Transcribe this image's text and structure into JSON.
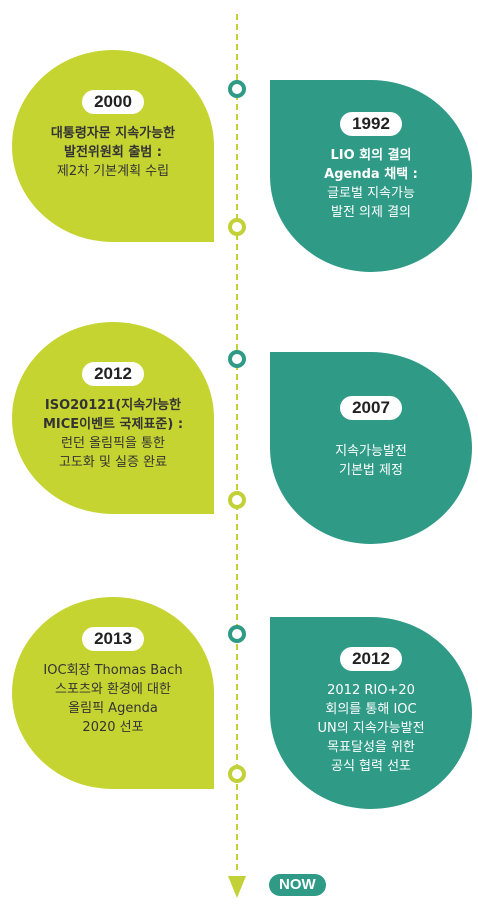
{
  "colors": {
    "lime": "#c6d432",
    "teal": "#2f9a86",
    "dash": "#c2d138"
  },
  "left": [
    {
      "year": "2000",
      "bold": [
        "대통령자문 지속가능한",
        "발전위원회 출범 :"
      ],
      "normal": [
        "제2차 기본계획 수립"
      ]
    },
    {
      "year": "2012",
      "bold": [
        "ISO20121(지속가능한",
        "MICE이벤트 국제표준) :"
      ],
      "normal": [
        "런던 올림픽을 통한",
        "고도화 및 실증 완료"
      ]
    },
    {
      "year": "2013",
      "bold": [],
      "normal": [
        "IOC회장 Thomas Bach",
        "스포츠와 환경에 대한",
        "올림픽 Agenda",
        "2020 선포"
      ]
    }
  ],
  "right": [
    {
      "year": "1992",
      "bold": [
        "LIO 회의 결의",
        "Agenda 채택 :"
      ],
      "normal": [
        "글로벌 지속가능",
        "발전 의제 결의"
      ]
    },
    {
      "year": "2007",
      "bold": [],
      "normal": [
        "지속가능발전",
        "기본법 제정"
      ]
    },
    {
      "year": "2012",
      "bold": [],
      "normal": [
        "2012 RIO+20",
        "회의를 통해 IOC",
        "UN의 지속가능발전",
        "목표달성을 위한",
        "공식 협력 선포"
      ]
    }
  ],
  "end_label": "NOW"
}
